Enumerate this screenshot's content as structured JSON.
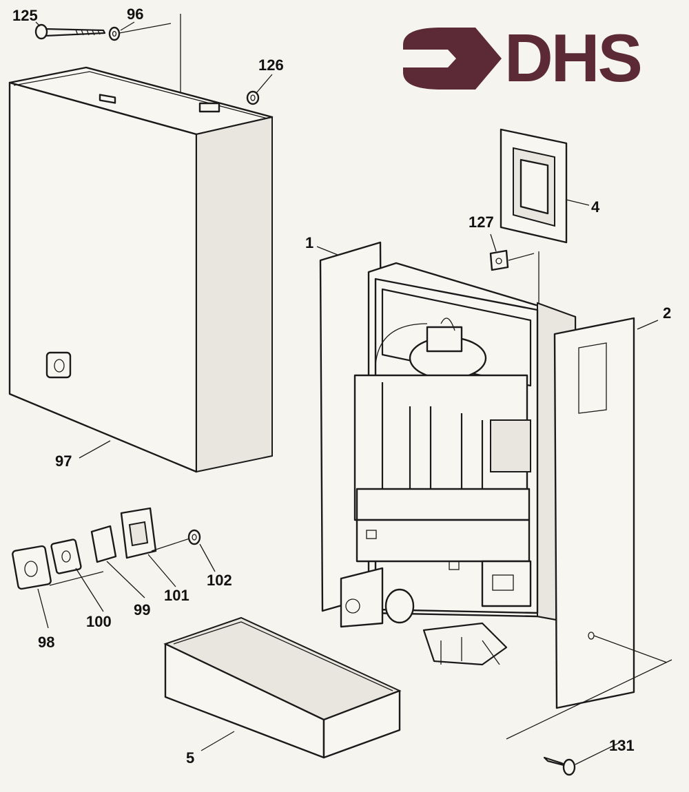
{
  "logo": {
    "text": "DHS",
    "color": "#5b2a36"
  },
  "labels": {
    "p125": "125",
    "p96": "96",
    "p126": "126",
    "p97": "97",
    "p1": "1",
    "p2": "2",
    "p4": "4",
    "p127": "127",
    "p98": "98",
    "p100": "100",
    "p99": "99",
    "p101": "101",
    "p102": "102",
    "p5": "5",
    "p131": "131"
  }
}
